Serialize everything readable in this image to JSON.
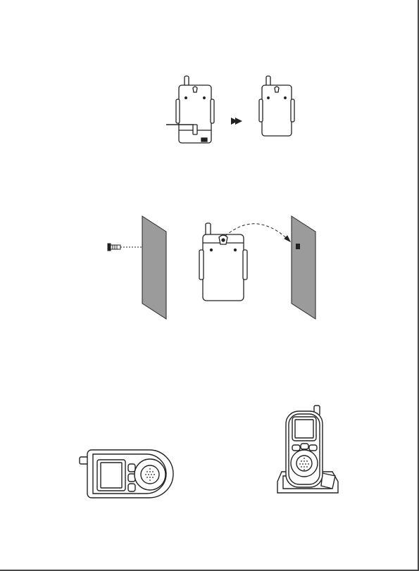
{
  "document": {
    "kind": "instruction-illustrations",
    "steps": [
      {
        "id": "remove-belt-clip",
        "icons": [
          "monitor-back-with-clip",
          "arrow-right-icon",
          "monitor-back-without-clip"
        ]
      },
      {
        "id": "wall-mount",
        "icons": [
          "screw-icon",
          "wall-panel",
          "monitor-back-keyhole",
          "dashed-arc-arrow",
          "wall-panel-with-screw"
        ]
      },
      {
        "id": "stand-positions",
        "icons": [
          "monitor-lying-flat",
          "monitor-standing-on-stand"
        ]
      }
    ],
    "colors": {
      "line": "#222222",
      "wall": "#9b9b9b",
      "page": "#ffffff"
    }
  }
}
